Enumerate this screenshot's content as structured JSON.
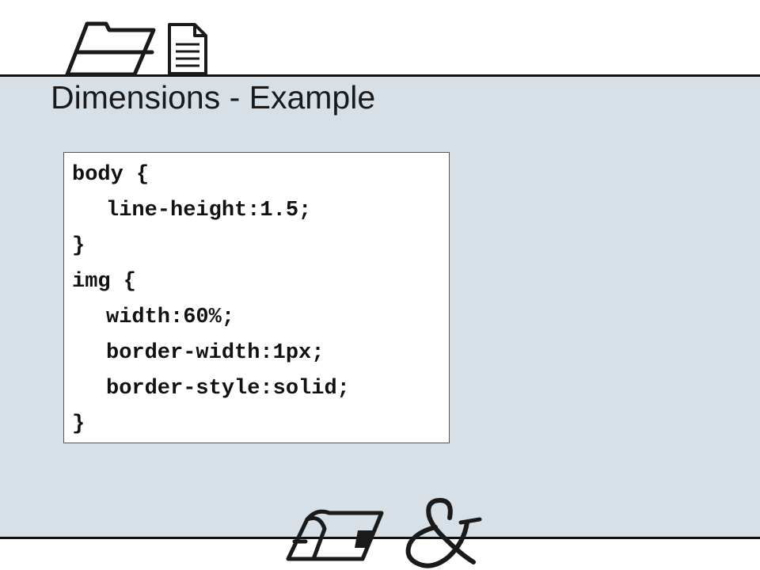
{
  "slide": {
    "title": "Dimensions - Example",
    "code": [
      "body {",
      "line-height:1.5;",
      "}",
      "img {",
      "width:60%;",
      "border-width:1px;",
      "border-style:solid;",
      "}"
    ]
  },
  "icons": {
    "top": [
      "folder-icon",
      "document-icon"
    ],
    "bottom": [
      "mailbox-icon",
      "ampersand-icon"
    ]
  },
  "colors": {
    "background": "#d6e0e6",
    "code_box": "#ffffff",
    "rule": "#111111",
    "text": "#1a1a1a"
  }
}
